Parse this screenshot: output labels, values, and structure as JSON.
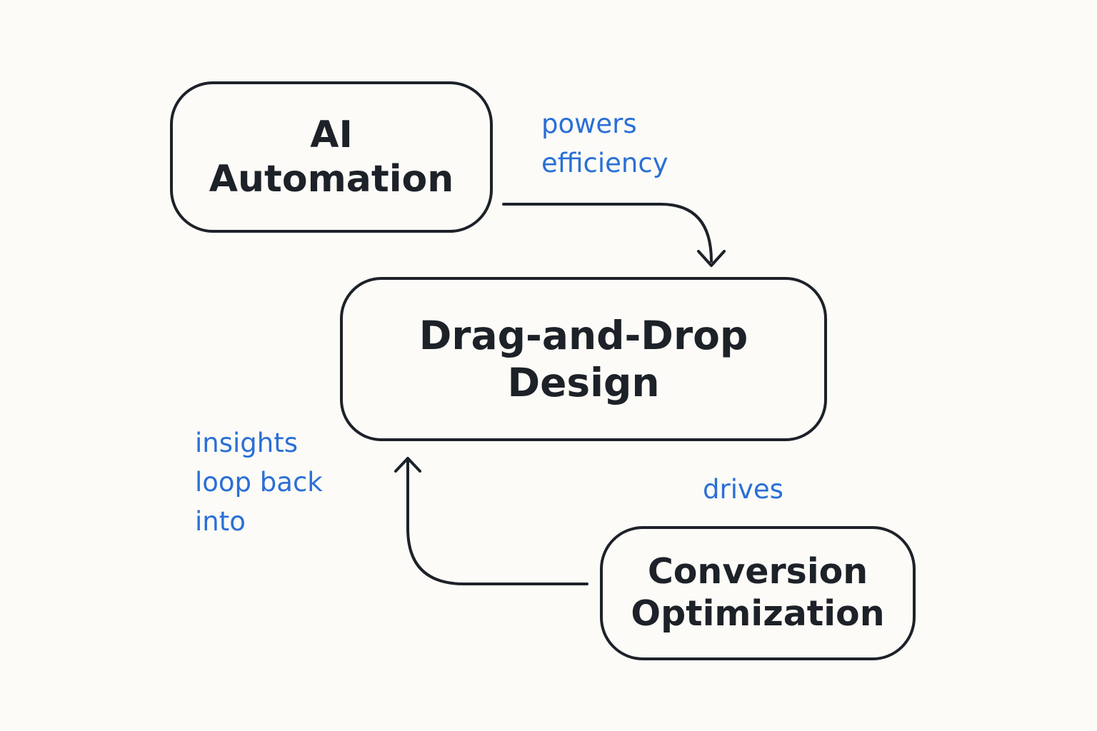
{
  "nodes": {
    "ai_automation": {
      "lines": [
        "AI",
        "Automation"
      ]
    },
    "drag_and_drop": {
      "lines": [
        "Drag-and-Drop",
        "Design"
      ]
    },
    "conversion": {
      "lines": [
        "Conversion",
        "Optimization"
      ]
    }
  },
  "edges": {
    "powers": {
      "lines": [
        "powers",
        "efficiency"
      ]
    },
    "drives": {
      "lines": [
        "drives"
      ]
    },
    "insights": {
      "lines": [
        "insights",
        "loop back",
        "into"
      ]
    }
  },
  "colors": {
    "background": "#fcfbf7",
    "stroke": "#1d2128",
    "label": "#2a6fd6"
  }
}
